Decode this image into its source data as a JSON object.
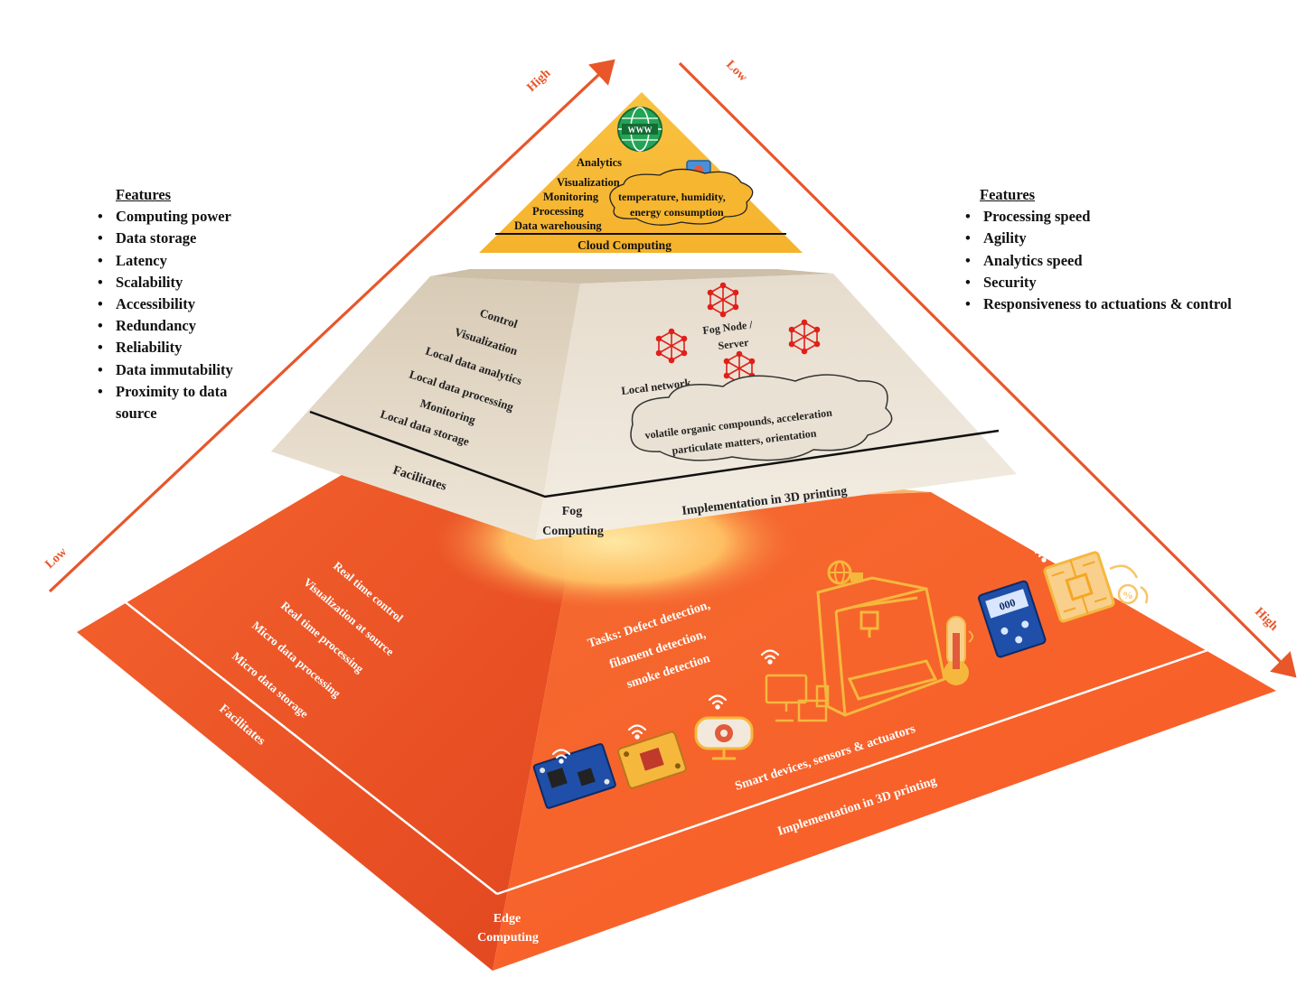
{
  "features_left": {
    "heading": "Features",
    "items": [
      "Computing power",
      "Data storage",
      "Latency",
      "Scalability",
      "Accessibility",
      "Redundancy",
      "Reliability",
      "Data immutability",
      "Proximity to data source"
    ]
  },
  "features_right": {
    "heading": "Features",
    "items": [
      "Processing speed",
      "Agility",
      "Analytics speed",
      "Security",
      "Responsiveness to actuations & control"
    ]
  },
  "arrows": {
    "left_low": "Low",
    "left_high": "High",
    "right_low": "Low",
    "right_high": "High"
  },
  "cloud": {
    "title": "Cloud Computing",
    "functions": [
      "Analytics",
      "Visualization",
      "Monitoring",
      "Processing",
      "Data warehousing"
    ],
    "bubble_lines": [
      "temperature, humidity,",
      "energy consumption"
    ],
    "icon": "globe-www-icon"
  },
  "fog": {
    "title_line1": "Fog",
    "title_line2": "Computing",
    "functions": [
      "Control",
      "Visualization",
      "Local data analytics",
      "Local data processing",
      "Monitoring",
      "Local data storage"
    ],
    "facilitates": "Facilitates",
    "implementation": "Implementation in 3D printing",
    "node_line1": "Fog Node /",
    "node_line2": "Server",
    "local_network": "Local network",
    "bubble_lines": [
      "volatile organic compounds, acceleration",
      "particulate matters, orientation"
    ],
    "icon": "network-node-icon"
  },
  "edge": {
    "title_line1": "Edge",
    "title_line2": "Computing",
    "functions": [
      "Real time control",
      "Visualization at source",
      "Real time processing",
      "Micro data processing",
      "Micro data storage"
    ],
    "facilitates": "Facilitates",
    "tasks_lines": [
      "Tasks: Defect detection,",
      "filament detection,",
      "smoke detection"
    ],
    "devices_label": "Smart devices, sensors & actuators",
    "implementation": "Implementation in 3D printing",
    "icons": [
      "microcontroller-icon",
      "sensor-board-icon",
      "webcam-icon",
      "computer-icon",
      "3d-printer-icon",
      "thermometer-icon",
      "controller-icon",
      "chip-icon",
      "humidity-icon",
      "wifi-icon"
    ]
  },
  "colors": {
    "cloud": "#f7b733",
    "fog": "#e8dccb",
    "edge": "#f3592a",
    "arrow": "#e8562a",
    "printer": "#f5b83d"
  }
}
